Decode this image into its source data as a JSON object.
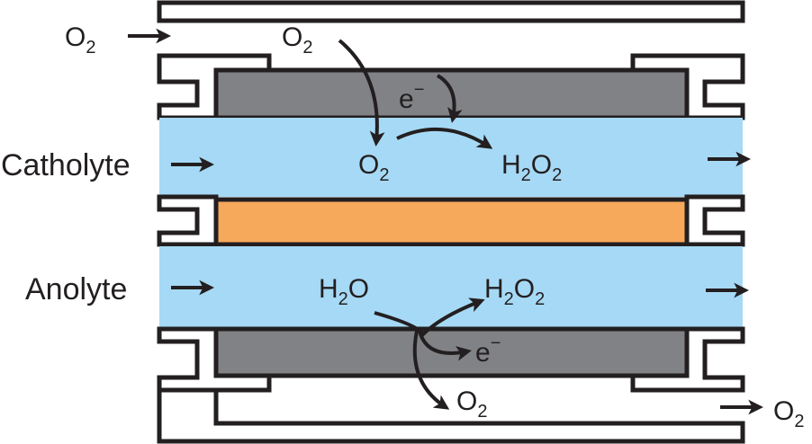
{
  "colors": {
    "outline": "#231f20",
    "electrolyte": "#a6d9f5",
    "electrode": "#808285",
    "membrane": "#f6a85b",
    "frame": "#ffffff"
  },
  "labels": {
    "o2_inlet": {
      "base": "O",
      "sub": "2"
    },
    "o2_cathode_in": {
      "base": "O",
      "sub": "2"
    },
    "electron_cathode": {
      "base": "e",
      "sup": "−"
    },
    "catholyte": "Catholyte",
    "o2_catholyte": {
      "base": "O",
      "sub": "2"
    },
    "h2o2_catholyte": {
      "b1": "H",
      "s1": "2",
      "b2": "O",
      "s2": "2"
    },
    "anolyte": "Anolyte",
    "h2o_anolyte": {
      "b1": "H",
      "s1": "2",
      "b2": "O"
    },
    "h2o2_anolyte": {
      "b1": "H",
      "s1": "2",
      "b2": "O",
      "s2": "2"
    },
    "electron_anode": {
      "base": "e",
      "sup": "−"
    },
    "o2_anode_out": {
      "base": "O",
      "sub": "2"
    },
    "o2_outlet": {
      "base": "O",
      "sub": "2"
    }
  },
  "icons": [
    "arrow-right-icon",
    "curved-arrow-icon"
  ]
}
